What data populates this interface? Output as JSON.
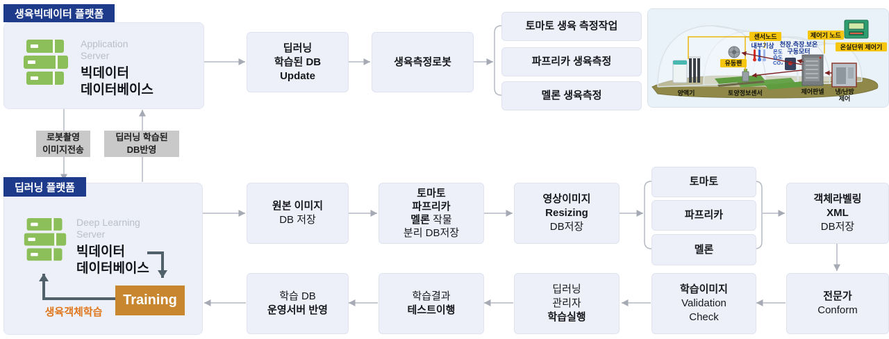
{
  "colors": {
    "navy": "#1d3a8b",
    "box_bg": "#edf0f8",
    "box_border": "#dfe3f0",
    "arrow_gray": "#a6aab4",
    "arrow_dark": "#51616b",
    "training_orange": "#c8862f",
    "accent_orange": "#e0761c",
    "server_green": "#8cbf5a",
    "label_gray": "#c9c9c9"
  },
  "bigdata_platform": {
    "header": "생육빅데이터 플랫폼",
    "server_type": "Application\nServer",
    "server_name": "빅데이터\n데이터베이스"
  },
  "deep_platform": {
    "header": "딥러닝 플랫폼",
    "server_type": "Deep Learning\nServer",
    "server_name": "빅데이터\n데이터베이스",
    "training": "Training",
    "training_caption": "생육객체학습"
  },
  "transfer": {
    "to_deep": "로봇촬영\n이미지전송",
    "to_bigdata": "딥러닝 학습된\nDB반영"
  },
  "row1": {
    "db_update": {
      "l1": "딥러닝",
      "l2": "학습된 DB",
      "l3": "Update"
    },
    "robot": "생육측정로봇",
    "tasks": [
      "토마토 생육 측정작업",
      "파프리카 생육측정",
      "멜론 생육측정"
    ]
  },
  "row2": {
    "original": {
      "l1": "원본 이미지",
      "l2": "DB 저장"
    },
    "separate": {
      "l1": "토마토",
      "l2": "파프리카",
      "l3_bold": "멜론",
      "l3_rest": " 작물",
      "l4": "분리 DB저장"
    },
    "resizing": {
      "l1": "영상이미지",
      "l2": "Resizing",
      "l3": "DB저장"
    },
    "crops": [
      "토마토",
      "파프리카",
      "멜론"
    ],
    "labeling": {
      "l1": "객체라벨링",
      "l2": "XML",
      "l3": "DB저장"
    }
  },
  "row3": {
    "conform": {
      "l1": "전문가",
      "l2": "Conform"
    },
    "validation": {
      "l1": "학습이미지",
      "l2": "Validation",
      "l3": "Check"
    },
    "run": {
      "l1": "딥러닝",
      "l2": "관리자",
      "l3": "학습실행"
    },
    "test": {
      "l1": "학습결과",
      "l2": "테스트이행"
    },
    "deploy": {
      "l1": "학습 DB",
      "l2": "운영서버 반영"
    }
  },
  "greenhouse": {
    "sensor_node": "센서노드",
    "controller_node": "제어기 노드",
    "unit_controller": "온실단위 제어기",
    "fan": "유동팬",
    "indoor_weather": "내부기상",
    "motor_l1": "천장.측장.보온",
    "motor_l2": "구동모터",
    "temp": "온도",
    "humidity": "습도",
    "co2": "CO₂",
    "nutrient": "양액기",
    "soil_sensor": "토양정보센서",
    "control_panel": "제어판넬",
    "hvac_l1": "냉/난방",
    "hvac_l2": "제어"
  }
}
